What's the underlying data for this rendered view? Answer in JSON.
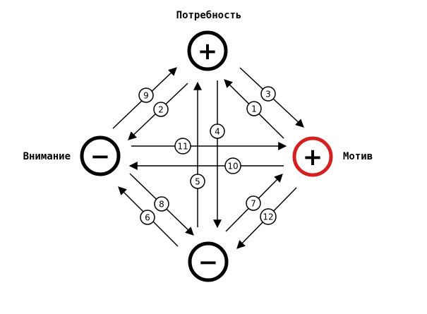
{
  "colors": {
    "stroke": "#000000",
    "accent": "#d42020"
  },
  "nodes": [
    {
      "id": "need",
      "label": "Потребность",
      "sign": "+",
      "accent": false
    },
    {
      "id": "attention",
      "label": "Внимание",
      "sign": "−",
      "accent": false
    },
    {
      "id": "motive",
      "label": "Мотив",
      "sign": "+",
      "accent": true
    },
    {
      "id": "bottom",
      "label": "",
      "sign": "−",
      "accent": false
    }
  ],
  "edges": [
    {
      "n": "1",
      "from": "motive",
      "to": "need"
    },
    {
      "n": "2",
      "from": "need",
      "to": "attention"
    },
    {
      "n": "3",
      "from": "need",
      "to": "motive"
    },
    {
      "n": "4",
      "from": "need",
      "to": "bottom"
    },
    {
      "n": "5",
      "from": "bottom",
      "to": "need"
    },
    {
      "n": "6",
      "from": "bottom",
      "to": "attention"
    },
    {
      "n": "7",
      "from": "bottom",
      "to": "motive"
    },
    {
      "n": "8",
      "from": "attention",
      "to": "bottom"
    },
    {
      "n": "9",
      "from": "attention",
      "to": "need"
    },
    {
      "n": "10",
      "from": "motive",
      "to": "attention"
    },
    {
      "n": "11",
      "from": "attention",
      "to": "motive"
    },
    {
      "n": "12",
      "from": "motive",
      "to": "bottom"
    }
  ]
}
